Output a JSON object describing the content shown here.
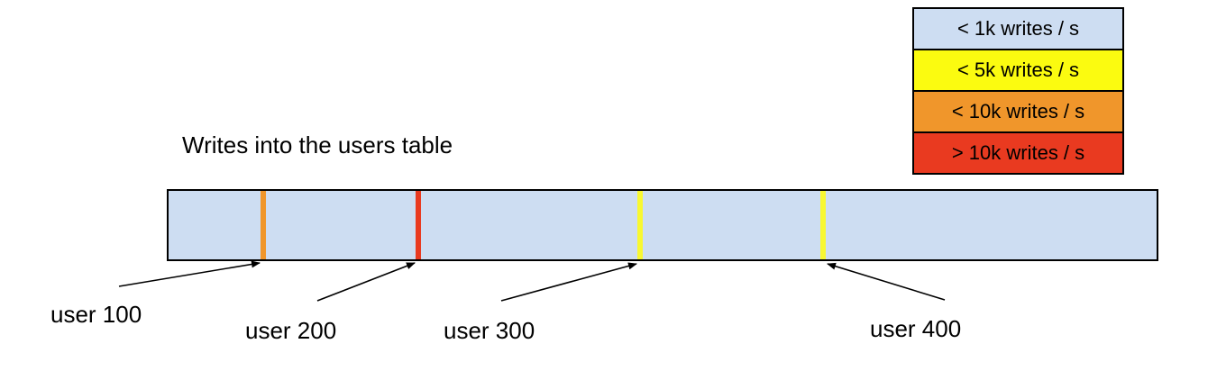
{
  "title": "Writes into the users table",
  "legend": {
    "items": [
      {
        "label": "< 1k writes / s",
        "color": "#cdddf2"
      },
      {
        "label": "< 5k writes / s",
        "color": "#fbfb10"
      },
      {
        "label": "< 10k writes / s",
        "color": "#f0962b"
      },
      {
        "label": "> 10k writes / s",
        "color": "#e93a20"
      }
    ]
  },
  "bar": {
    "fill_color": "#cdddf2",
    "border_color": "#000000",
    "markers": [
      {
        "label": "user 100",
        "color": "#f0962b",
        "position_pct": 9.6
      },
      {
        "label": "user 200",
        "color": "#e93a20",
        "position_pct": 25.3
      },
      {
        "label": "user 300",
        "color": "#f8f832",
        "position_pct": 47.7
      },
      {
        "label": "user 400",
        "color": "#f8f832",
        "position_pct": 66.2
      }
    ]
  }
}
